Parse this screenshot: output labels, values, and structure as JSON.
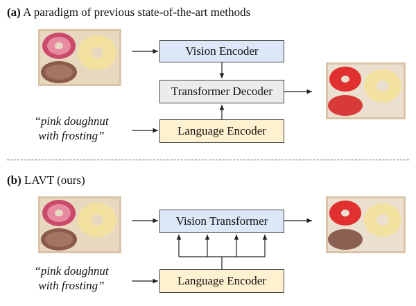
{
  "section_a": {
    "label": "(a)",
    "title": "A paradigm of previous state-of-the-art methods",
    "vision_encoder": "Vision Encoder",
    "decoder": "Transformer Decoder",
    "language_encoder": "Language Encoder",
    "query_line1": "“pink doughnut",
    "query_line2": "with frosting”"
  },
  "section_b": {
    "label": "(b)",
    "title": "LAVT (ours)",
    "vision_transformer": "Vision Transformer",
    "language_encoder": "Language Encoder",
    "query_line1": "“pink doughnut",
    "query_line2": "with frosting”"
  },
  "colors": {
    "vision_box": "#dce8f7",
    "decoder_box": "#ececec",
    "language_box": "#fdf1cf",
    "mask_red": "#e03030"
  }
}
